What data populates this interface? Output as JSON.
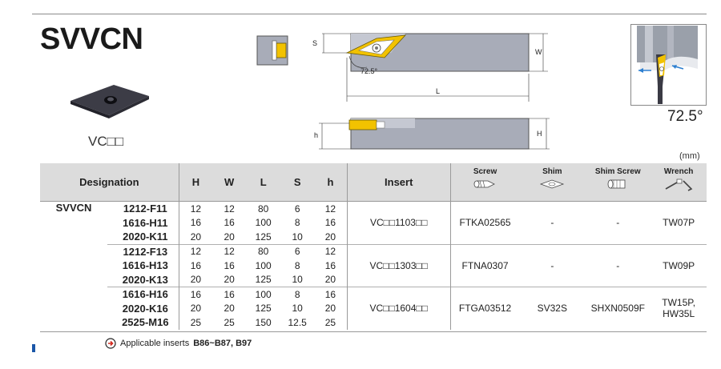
{
  "product": {
    "title": "SVVCN",
    "insert_label": "VC□□",
    "angle_label": "72.5°"
  },
  "dimension_labels": {
    "S": "S",
    "W": "W",
    "L": "L",
    "h": "h",
    "H": "H",
    "angle": "72.5°"
  },
  "unit_label": "(mm)",
  "table": {
    "headers": {
      "designation": "Designation",
      "H": "H",
      "W": "W",
      "L": "L",
      "S": "S",
      "h": "h",
      "insert": "Insert",
      "screw": "Screw",
      "shim": "Shim",
      "shim_screw": "Shim Screw",
      "wrench": "Wrench"
    },
    "series": "SVVCN",
    "rows": [
      {
        "code": "1212-F11",
        "H": "12",
        "W": "12",
        "L": "80",
        "S": "6",
        "h": "12"
      },
      {
        "code": "1616-H11",
        "H": "16",
        "W": "16",
        "L": "100",
        "S": "8",
        "h": "16"
      },
      {
        "code": "2020-K11",
        "H": "20",
        "W": "20",
        "L": "125",
        "S": "10",
        "h": "20"
      },
      {
        "code": "1212-F13",
        "H": "12",
        "W": "12",
        "L": "80",
        "S": "6",
        "h": "12"
      },
      {
        "code": "1616-H13",
        "H": "16",
        "W": "16",
        "L": "100",
        "S": "8",
        "h": "16"
      },
      {
        "code": "2020-K13",
        "H": "20",
        "W": "20",
        "L": "125",
        "S": "10",
        "h": "20"
      },
      {
        "code": "1616-H16",
        "H": "16",
        "W": "16",
        "L": "100",
        "S": "8",
        "h": "16"
      },
      {
        "code": "2020-K16",
        "H": "20",
        "W": "20",
        "L": "125",
        "S": "10",
        "h": "20"
      },
      {
        "code": "2525-M16",
        "H": "25",
        "W": "25",
        "L": "150",
        "S": "12.5",
        "h": "25"
      }
    ],
    "groups": [
      {
        "insert": "VC□□1103□□",
        "screw": "FTKA02565",
        "shim": "-",
        "shim_screw": "-",
        "wrench": "TW07P"
      },
      {
        "insert": "VC□□1303□□",
        "screw": "FTNA0307",
        "shim": "-",
        "shim_screw": "-",
        "wrench": "TW09P"
      },
      {
        "insert": "VC□□1604□□",
        "screw": "FTGA03512",
        "shim": "SV32S",
        "shim_screw": "SHXN0509F",
        "wrench": "TW15P, HW35L"
      }
    ]
  },
  "footer": {
    "label": "Applicable inserts",
    "refs": "B86~B87, B97"
  },
  "colors": {
    "accent": "#1a56a8",
    "header_bg": "#dcdcdc",
    "holder_body": "#a8acb8",
    "insert_gold": "#f2c200"
  }
}
